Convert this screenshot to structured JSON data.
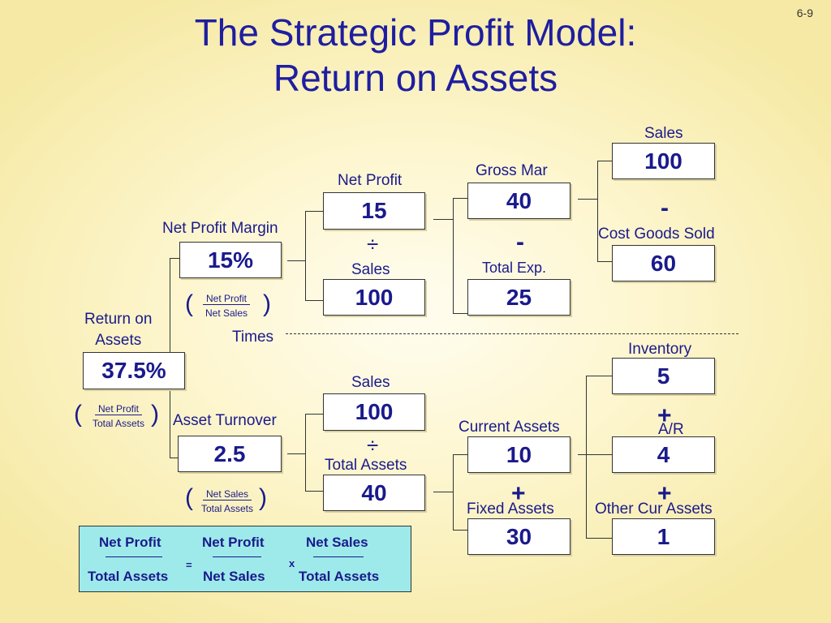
{
  "slide_number": "6-9",
  "title": {
    "line1": "The Strategic Profit Model:",
    "line2": "Return on Assets"
  },
  "roa": {
    "label_line1": "Return on",
    "label_line2": "Assets",
    "value": "37.5%",
    "frac_num": "Net Profit",
    "frac_den": "Total Assets"
  },
  "npm": {
    "label": "Net Profit Margin",
    "value": "15%",
    "frac_num": "Net Profit",
    "frac_den": "Net Sales"
  },
  "net_profit": {
    "label": "Net Profit",
    "value": "15",
    "op": "÷"
  },
  "sales_top": {
    "label": "Sales",
    "value": "100"
  },
  "gross_margin": {
    "label": "Gross Mar",
    "value": "40",
    "op": "-"
  },
  "total_exp": {
    "label": "Total Exp.",
    "value": "25"
  },
  "sales_far": {
    "label": "Sales",
    "value": "100",
    "op": "-"
  },
  "cogs": {
    "label": "Cost Goods Sold",
    "value": "60"
  },
  "times": "Times",
  "asset_turnover": {
    "label": "Asset Turnover",
    "value": "2.5",
    "frac_num": "Net Sales",
    "frac_den": "Total Assets"
  },
  "sales_bottom": {
    "label": "Sales",
    "value": "100",
    "op": "÷"
  },
  "total_assets": {
    "label": "Total Assets",
    "value": "40"
  },
  "current_assets": {
    "label": "Current Assets",
    "value": "10",
    "op": "+"
  },
  "fixed_assets": {
    "label": "Fixed Assets",
    "value": "30"
  },
  "inventory": {
    "label": "Inventory",
    "value": "5",
    "op": "+"
  },
  "ar": {
    "label": "A/R",
    "value": "4",
    "op": "+"
  },
  "other_cur": {
    "label": "Other Cur Assets",
    "value": "1"
  },
  "formula": {
    "t1_num": "Net Profit",
    "t1_den": "Total Assets",
    "eq": "=",
    "t2_num": "Net Profit",
    "t2_den": "Net Sales",
    "x": "x",
    "t3_num": "Net Sales",
    "t3_den": "Total Assets"
  },
  "colors": {
    "text": "#1a1a8c",
    "formula_bg": "#9eeaea",
    "bg": "#f6e9a5"
  }
}
